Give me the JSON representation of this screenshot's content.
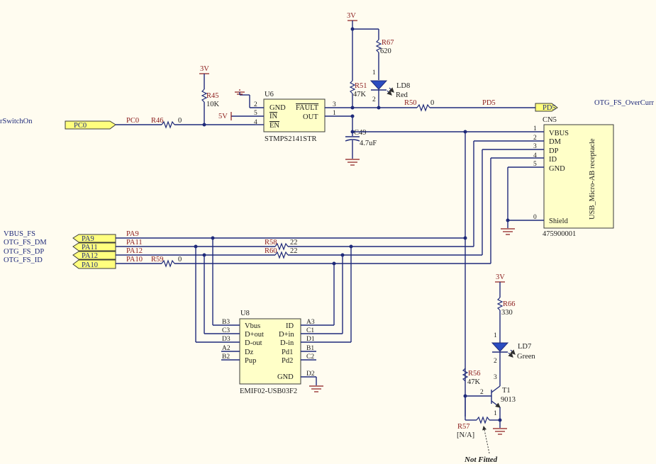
{
  "supplies": {
    "v3_top": "3V",
    "v3_left": "3V",
    "v3_right": "3V",
    "v5": "5V"
  },
  "signals": {
    "switch_on": "rSwitchOn",
    "pc0_label": "PC0",
    "pc0_net": "PC0",
    "pd5_label": "PD5",
    "pd5_net": "PD5",
    "overcurrent": "OTG_FS_OverCurr",
    "vbus_fs": "VBUS_FS",
    "otg_dm": "OTG_FS_DM",
    "otg_dp": "OTG_FS_DP",
    "otg_id": "OTG_FS_ID",
    "pa9_label": "PA9",
    "pa9_net": "PA9",
    "pa11_label": "PA11",
    "pa11_net": "PA11",
    "pa12_label": "PA12",
    "pa12_net": "PA12",
    "pa10_label": "PA10",
    "pa10_net": "PA10"
  },
  "u6": {
    "ref": "U6",
    "part": "STMPS2141STR",
    "pin_gnd": "GND",
    "pin_in": "IN",
    "pin_en": "EN",
    "pin_fault": "FAULT",
    "pin_out": "OUT",
    "n_gnd": "2",
    "n_in": "5",
    "n_en": "4",
    "n_fault": "3",
    "n_out": "1"
  },
  "cn5": {
    "ref": "CN5",
    "part": "475900001",
    "title": "USB_Micro-AB receptacle",
    "pins": [
      "VBUS",
      "DM",
      "DP",
      "ID",
      "GND"
    ],
    "nums": [
      "1",
      "2",
      "3",
      "4",
      "5"
    ],
    "shield": "Shield",
    "shield_num": "0"
  },
  "u8": {
    "ref": "U8",
    "part": "EMIF02-USB03F2",
    "left_pins": [
      "Vbus",
      "D+out",
      "D-out",
      "Dz",
      "Pup"
    ],
    "left_nums": [
      "B3",
      "C3",
      "D3",
      "A2",
      "B2"
    ],
    "right_pins": [
      "ID",
      "D+in",
      "D-in",
      "Pd1",
      "Pd2",
      "GND"
    ],
    "right_nums": [
      "A3",
      "C1",
      "D1",
      "B1",
      "C2",
      "D2"
    ]
  },
  "parts": {
    "r45_ref": "R45",
    "r45_val": "10K",
    "r46_ref": "R46",
    "r46_val": "0",
    "r51_ref": "R51",
    "r51_val": "47K",
    "r67_ref": "R67",
    "r67_val": "620",
    "r50_ref": "R50",
    "r50_val": "0",
    "r58_ref": "R58",
    "r58_val": "22",
    "r60_ref": "R60",
    "r60_val": "22",
    "r59_ref": "R59",
    "r59_val": "0",
    "r66_ref": "R66",
    "r66_val": "330",
    "r56_ref": "R56",
    "r56_val": "47K",
    "r57_ref": "R57",
    "r57_val": "[N/A]",
    "c49_ref": "C49",
    "c49_val": "4.7uF",
    "ld8_ref": "LD8",
    "ld8_val": "Red",
    "ld7_ref": "LD7",
    "ld7_val": "Green",
    "t1_ref": "T1",
    "t1_val": "9013",
    "pin1": "1",
    "pin2": "2",
    "pin3": "3"
  },
  "note": "Not Fitted"
}
